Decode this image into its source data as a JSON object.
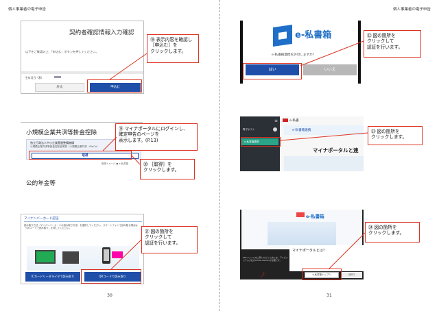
{
  "header": "個人事業者の電子申告",
  "left": {
    "page_number": "30",
    "confirm_shot": {
      "title": "契約者確認情報入力確認",
      "description": "以下をご確認の上、「申込む」ボタンを押してください。",
      "field_label": "生年月日（表）",
      "back_label": "戻る",
      "submit_label": "申込む"
    },
    "callout_18": {
      "num": "⑱",
      "text": "表示内容を確認し\n［申込む］を\nクリックします。"
    },
    "deduction_shot": {
      "title": "小規模企業共済等掛金控除",
      "line1": "独立行政法人中小企業基盤整備機構",
      "line2": "小規模企業共済等掛金控除証明書（小規模企業共済・iDeCo）",
      "fetch_label": "取得",
      "mini_label": "取得イメージ ● e-私書箱",
      "title2": "公的年金等"
    },
    "callout_19": {
      "num": "⑲",
      "text": "マイナポータルにログインし、\n確定申告のページを\n表示します。(P.13)"
    },
    "callout_20": {
      "num": "⑳",
      "text": "［取得］を\nクリックします。"
    },
    "myna_shot": {
      "title": "マイナンバーカード認証",
      "description": "読み取り方法（マイナンバーカードの読み取り方法）を選択してください。スマートフォンで読み取る場合は「QRコードで読み取り」を押してください。",
      "ic_label": "ICカードリーダライタで読み取り",
      "qr_label": "QRコードで読み取り"
    },
    "callout_21": {
      "num": "㉑",
      "text": "図の箇所を\nクリックして\n認証を行います。"
    }
  },
  "right": {
    "page_number": "31",
    "eshishobako_shot": {
      "logo_text": "e-私書箱",
      "question": "e-私書箱連携を許可しますか？",
      "yes_label": "はい",
      "no_label": "いいえ"
    },
    "callout_22": {
      "num": "㉒",
      "text": "図の箇所を\nクリックして\n認証を行います。"
    },
    "portal_menu_shot": {
      "menu_glyph": "≡",
      "item1": "電子ポスト",
      "item2": "e-私書箱連携",
      "brand": "e-私書",
      "banner": "e-私書箱連携",
      "headline": "マイナポータルと連"
    },
    "callout_23": {
      "num": "㉓",
      "text": "図の箇所を\nクリックします。"
    },
    "portal_page_shot": {
      "logo": "e-私書箱",
      "subtitle": "マイナポータルとは？",
      "footer_text": "PDFファイルをご覧いただくためには、アドビシステムズ社のAdobe Readerが必要です。",
      "pdf_glyph": "⤴",
      "link_label": "e-私書箱トップへ",
      "link2_label": "操作マ"
    },
    "callout_24": {
      "num": "㉔",
      "text": "図の箇所を\nクリックします。"
    }
  }
}
